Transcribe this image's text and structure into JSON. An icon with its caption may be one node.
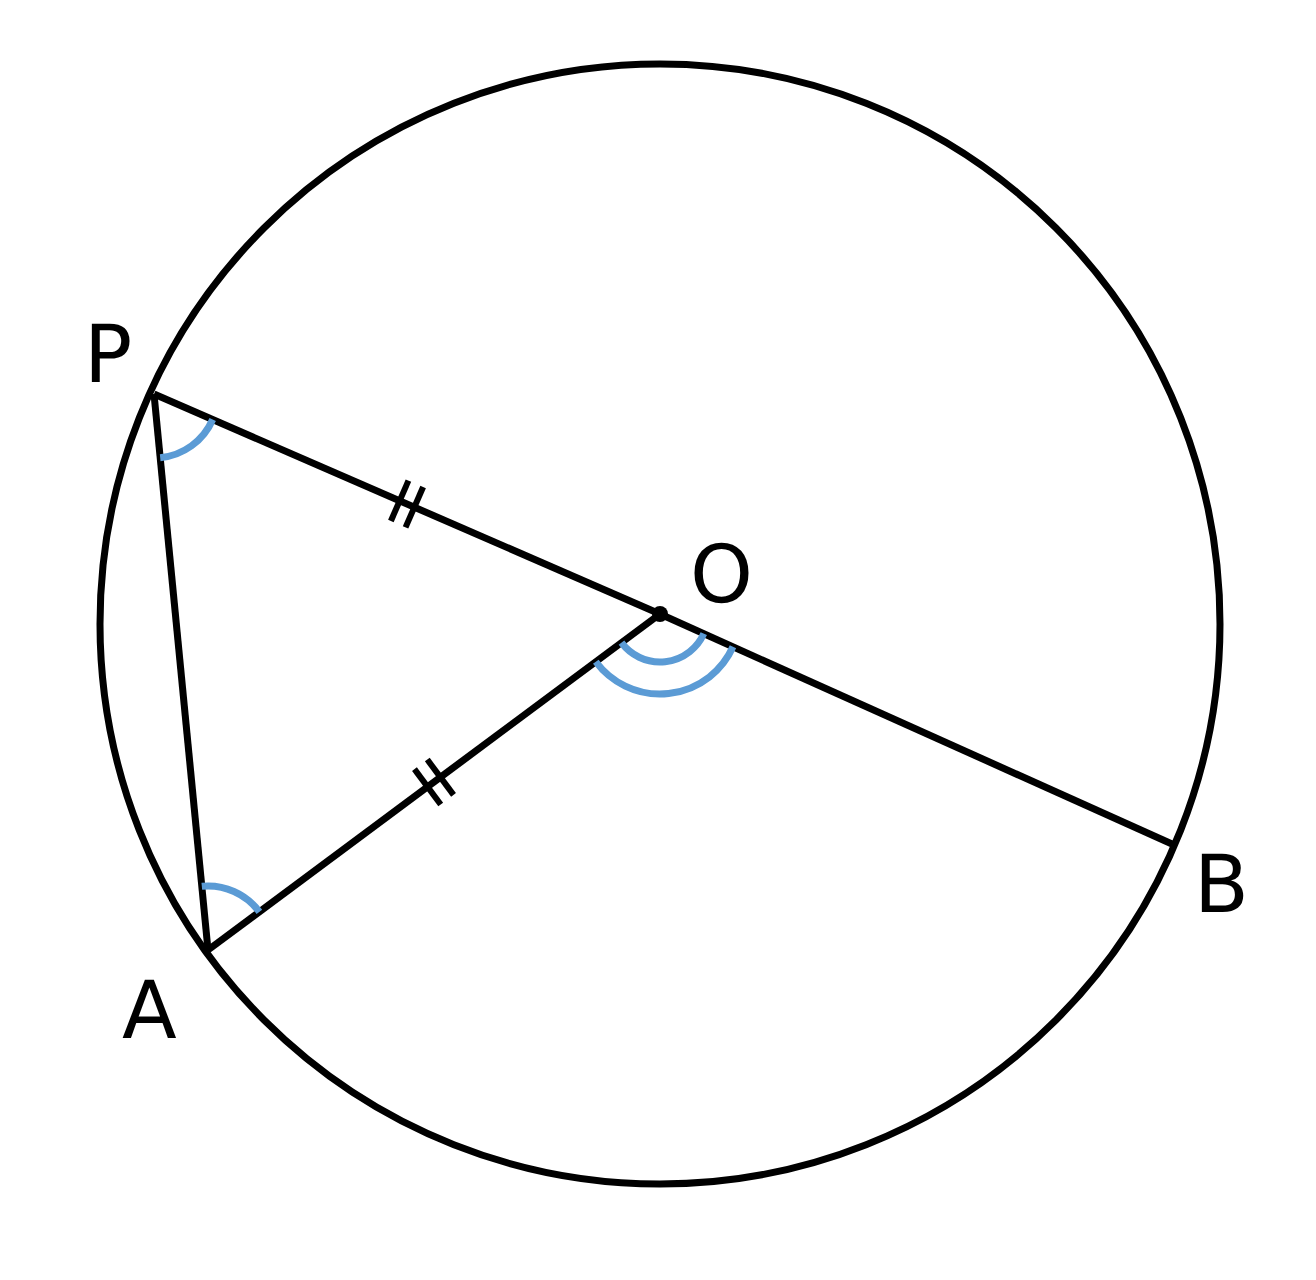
{
  "diagram": {
    "nodes": [
      {
        "text": [
          "P"
        ]
      },
      {
        "text": [
          "O"
        ]
      },
      {
        "text": [
          "A"
        ]
      },
      {
        "text": [
          "B"
        ]
      }
    ],
    "edges": [
      {
        "from": 0,
        "to": 1,
        "arrow": "none"
      },
      {
        "from": 1,
        "to": 3,
        "arrow": "none"
      },
      {
        "from": 0,
        "to": 2,
        "arrow": "none"
      },
      {
        "from": 2,
        "to": 1,
        "arrow": "none"
      }
    ]
  }
}
